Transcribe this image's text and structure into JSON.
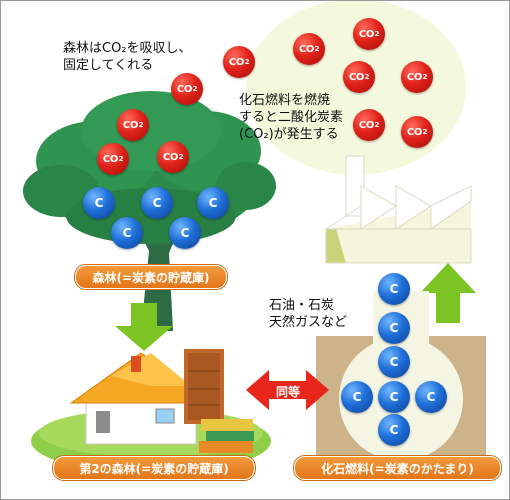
{
  "captions": {
    "forest_absorbs": [
      "森林はCO₂を吸収し、",
      "固定してくれる"
    ],
    "fossil_burn": [
      "化石燃料を燃焼",
      "すると二酸化炭素",
      "(CO₂)が発生する"
    ],
    "fossil_types": [
      "石油・石炭",
      "天然ガスなど"
    ]
  },
  "labels": {
    "forest": "森林(=炭素の貯蔵庫)",
    "second_forest": "第2の森林(=炭素の貯蔵庫)",
    "fossil_fuel": "化石燃料(=炭素のかたまり)",
    "equal": "同等"
  },
  "molecules": {
    "co2_main": "CO",
    "co2_sub": "2",
    "carbon": "C"
  },
  "colors": {
    "co2": "#e0231a",
    "carbon": "#1f6fd8",
    "label_orange": "#e2761a",
    "arrow_green": "#7cc423",
    "arrow_red": "#e8261b",
    "tree_green": "#2d8b4a",
    "earth_brown": "#cdb389",
    "smoke_cloud": "#f4f8dc"
  }
}
